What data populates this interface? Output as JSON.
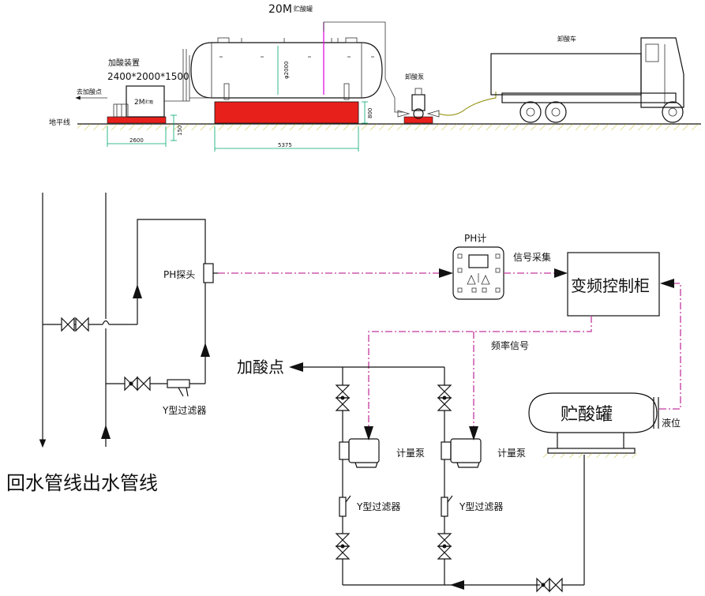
{
  "colors": {
    "line": "#111111",
    "signal_line": "#c2379e",
    "dimension": "#00a86b",
    "foundation": "#e8201c",
    "ground_hatch": "#b5b000",
    "drain_line": "#8a8a00",
    "level_pipe": "#e000e0"
  },
  "top_view": {
    "tank_title": "20M",
    "tank_title_small": "贮酸罐",
    "dosing_unit_label": "加酸装置",
    "dosing_unit_size": "2400*2000*1500",
    "to_dosing_point": "去加酸点",
    "ground_line": "地平线",
    "dosing_box_label": "2M",
    "dosing_box_small": "贮箱",
    "unload_pump": "卸酸泵",
    "tanker_truck": "卸酸车",
    "tank_diameter": "φ2000",
    "dim_2600": "2600",
    "dim_150": "150",
    "dim_5375": "5375",
    "dim_800": "800"
  },
  "bottom_view": {
    "ph_probe": "PH探头",
    "ph_meter": "PH计",
    "signal_collect": "信号采集",
    "vfd_cabinet": "变频控制柜",
    "freq_signal": "频率信号",
    "dosing_point": "加酸点",
    "storage_tank": "贮酸罐",
    "level": "液位",
    "metering_pump_1": "计量泵",
    "metering_pump_2": "计量泵",
    "y_filter_main": "Y型过滤器",
    "y_filter_1": "Y型过滤器",
    "y_filter_2": "Y型过滤器",
    "return_line": "回水管线",
    "supply_line": "出水管线"
  }
}
